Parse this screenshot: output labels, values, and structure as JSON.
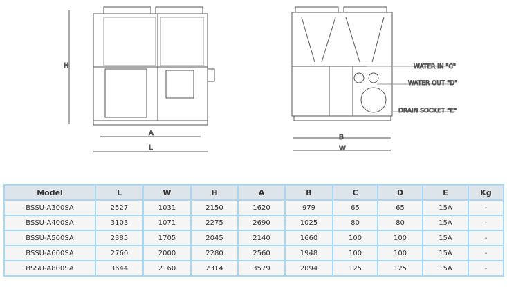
{
  "drawing": {
    "front_labels": {
      "height": "H",
      "a": "A",
      "length": "L"
    },
    "side_labels": {
      "b": "B",
      "width": "W"
    },
    "callouts": [
      "WATER IN  \"C\"",
      "WATER OUT  \"D\"",
      "DRAIN SOCKET  \"E\""
    ]
  },
  "table": {
    "headers": [
      "Model",
      "L",
      "W",
      "H",
      "A",
      "B",
      "C",
      "D",
      "E",
      "Kg"
    ],
    "rows": [
      [
        "BSSU-A300SA",
        "2527",
        "1031",
        "2150",
        "1620",
        "979",
        "65",
        "65",
        "15A",
        "-"
      ],
      [
        "BSSU-A400SA",
        "3103",
        "1071",
        "2275",
        "2690",
        "1025",
        "80",
        "80",
        "15A",
        "-"
      ],
      [
        "BSSU-A500SA",
        "2385",
        "1705",
        "2045",
        "2140",
        "1660",
        "100",
        "100",
        "15A",
        "-"
      ],
      [
        "BSSU-A600SA",
        "2760",
        "2000",
        "2280",
        "2560",
        "1948",
        "100",
        "100",
        "15A",
        "-"
      ],
      [
        "BSSU-A800SA",
        "3644",
        "2160",
        "2314",
        "3579",
        "2094",
        "125",
        "125",
        "15A",
        "-"
      ]
    ]
  }
}
